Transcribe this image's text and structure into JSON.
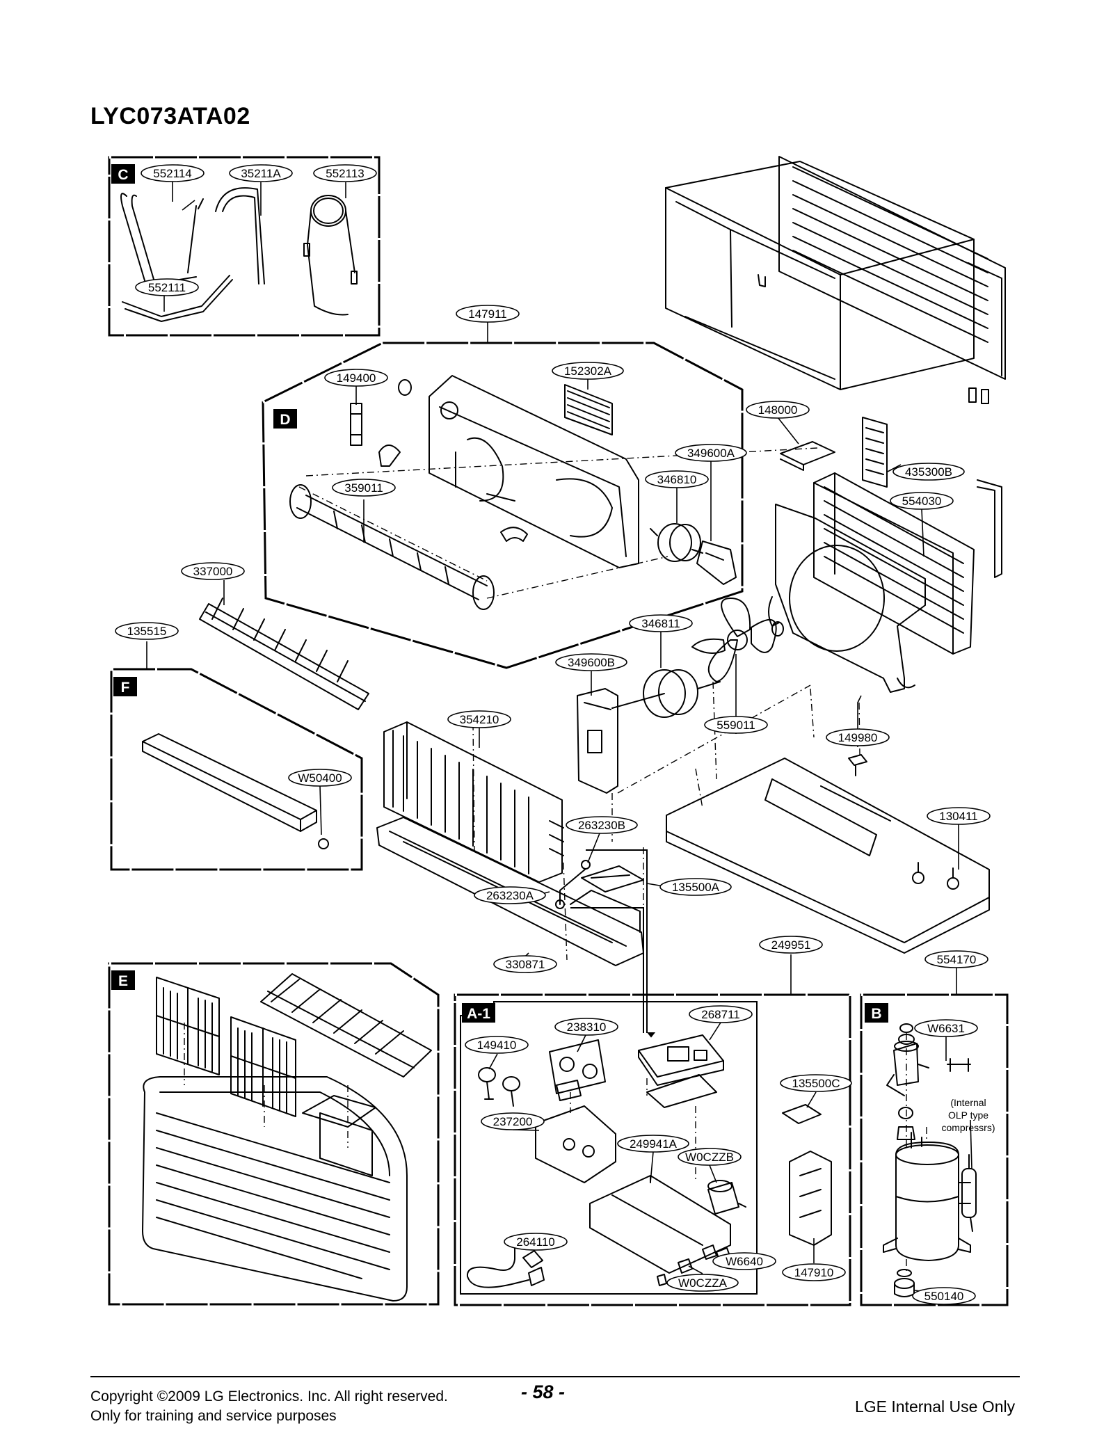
{
  "model": "LYC073ATA02",
  "sections": [
    {
      "key": "C",
      "label": "C"
    },
    {
      "key": "D",
      "label": "D"
    },
    {
      "key": "F",
      "label": "F"
    },
    {
      "key": "E",
      "label": "E"
    },
    {
      "key": "A1",
      "label": "A-1"
    },
    {
      "key": "B",
      "label": "B"
    }
  ],
  "parts": [
    {
      "id": "552114"
    },
    {
      "id": "35211A"
    },
    {
      "id": "552113"
    },
    {
      "id": "552111"
    },
    {
      "id": "147911"
    },
    {
      "id": "149400"
    },
    {
      "id": "152302A"
    },
    {
      "id": "148000"
    },
    {
      "id": "349600A"
    },
    {
      "id": "346810"
    },
    {
      "id": "359011"
    },
    {
      "id": "435300B"
    },
    {
      "id": "554030"
    },
    {
      "id": "337000"
    },
    {
      "id": "135515"
    },
    {
      "id": "346811"
    },
    {
      "id": "349600B"
    },
    {
      "id": "354210"
    },
    {
      "id": "559011"
    },
    {
      "id": "149980"
    },
    {
      "id": "W50400"
    },
    {
      "id": "263230B"
    },
    {
      "id": "130411"
    },
    {
      "id": "135500A"
    },
    {
      "id": "263230A"
    },
    {
      "id": "330871"
    },
    {
      "id": "249951"
    },
    {
      "id": "554170"
    },
    {
      "id": "238310"
    },
    {
      "id": "268711"
    },
    {
      "id": "149410"
    },
    {
      "id": "W6631"
    },
    {
      "id": "135500C"
    },
    {
      "id": "237200"
    },
    {
      "id": "249941A"
    },
    {
      "id": "W0CZZB"
    },
    {
      "id": "264110"
    },
    {
      "id": "W6640"
    },
    {
      "id": "W0CZZA"
    },
    {
      "id": "147910"
    },
    {
      "id": "550140"
    }
  ],
  "olp_note": [
    "(Internal",
    "OLP type",
    "compressrs)"
  ],
  "footer": {
    "copyright": "Copyright ©2009 LG Electronics. Inc. All right reserved.",
    "training": "Only for training and service purposes",
    "page": "- 58 -",
    "internal": "LGE Internal Use Only"
  }
}
